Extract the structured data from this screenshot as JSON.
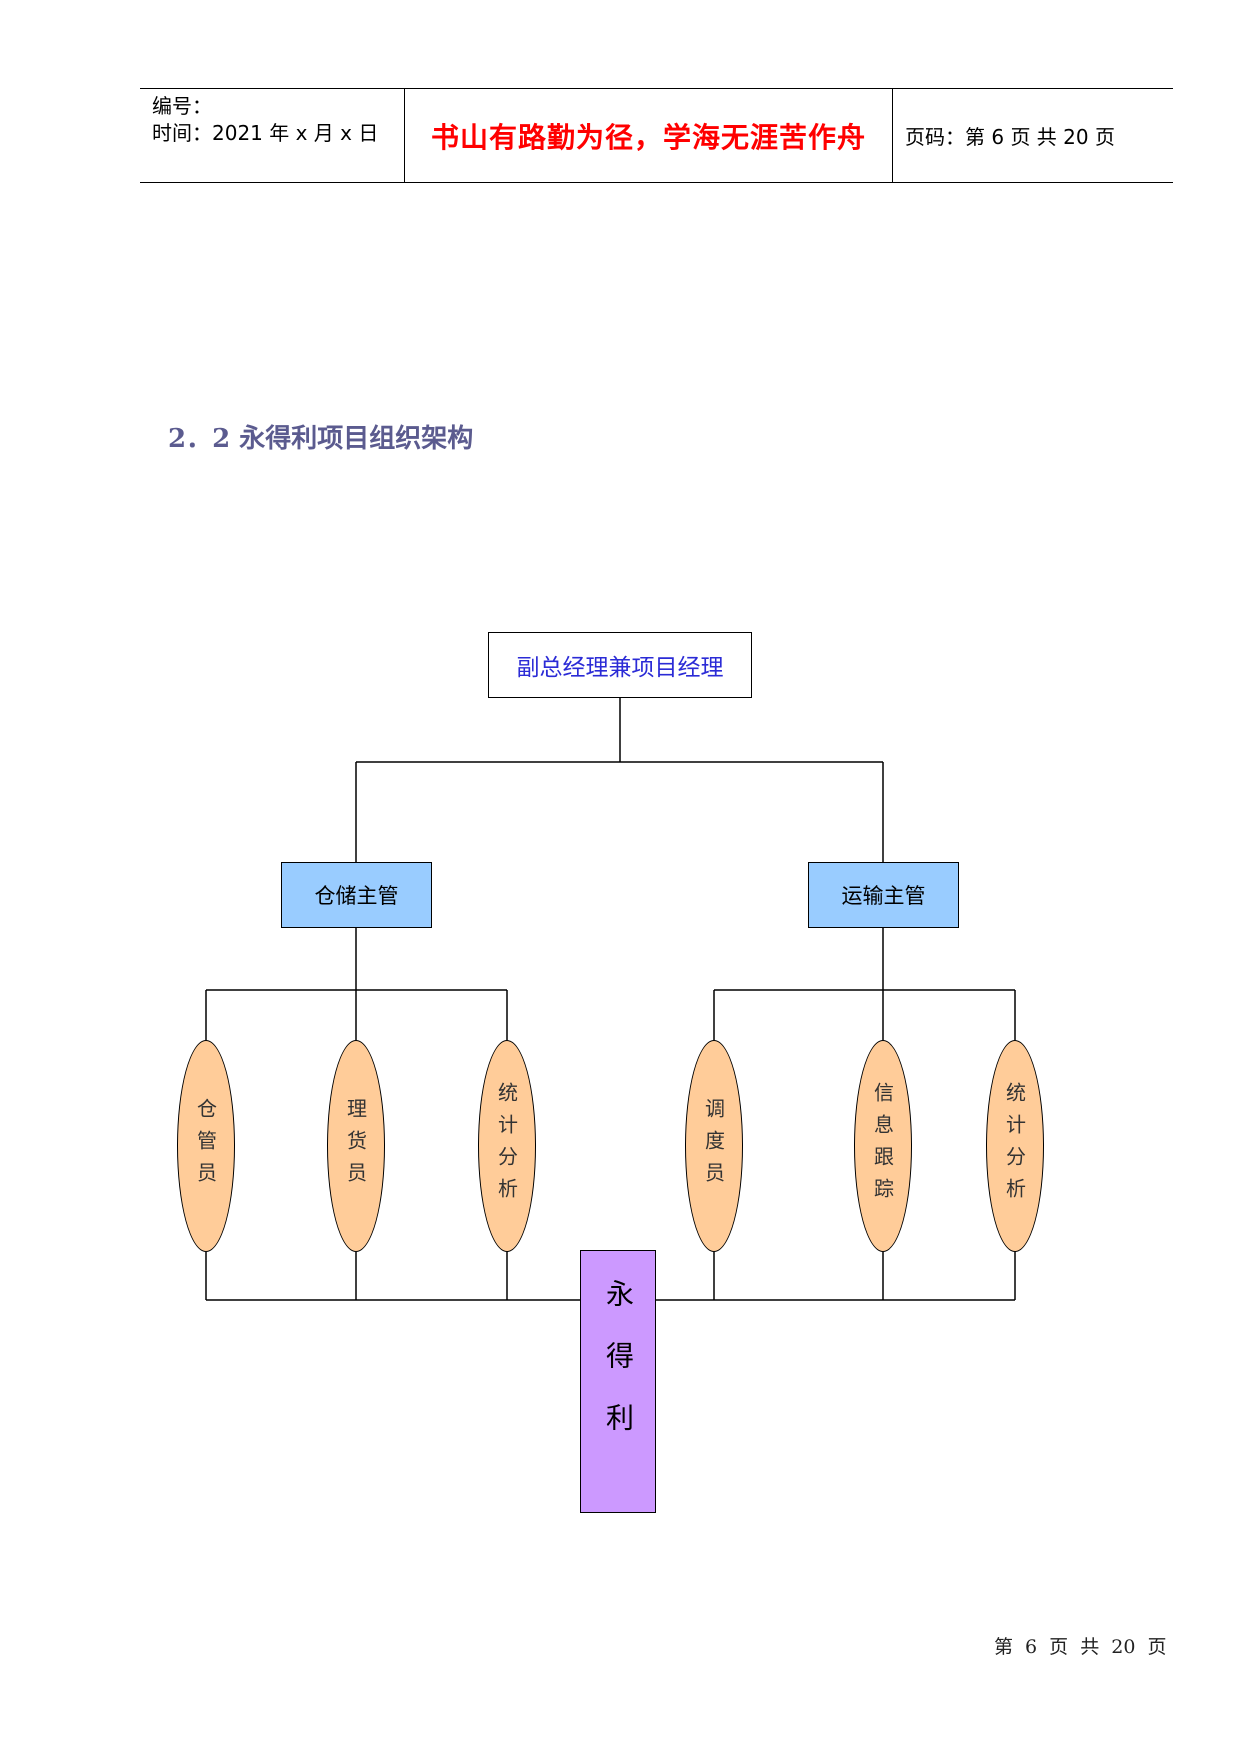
{
  "header": {
    "number_label": "编号：",
    "time_label": "时间：2021 年 x 月 x 日",
    "motto": "书山有路勤为径，学海无涯苦作舟",
    "page_label": "页码：第 6 页  共 20 页"
  },
  "section_title": "2．2 永得利项目组织架构",
  "org_chart": {
    "top": "副总经理兼项目经理",
    "supervisors": {
      "left": "仓储主管",
      "right": "运输主管"
    },
    "staff": [
      {
        "label": "仓管员"
      },
      {
        "label": "理货员"
      },
      {
        "label": "统计分析"
      },
      {
        "label": "调度员"
      },
      {
        "label": "信息跟踪"
      },
      {
        "label": "统计分析"
      }
    ],
    "center": "永得利"
  },
  "footer": "第 6 页 共 20 页",
  "colors": {
    "motto": "#ff0000",
    "title": "#5b5b8f",
    "top_text": "#2b2bd6",
    "supervisor_fill": "#99ccff",
    "staff_fill": "#ffcc99",
    "center_fill": "#cc99ff"
  }
}
